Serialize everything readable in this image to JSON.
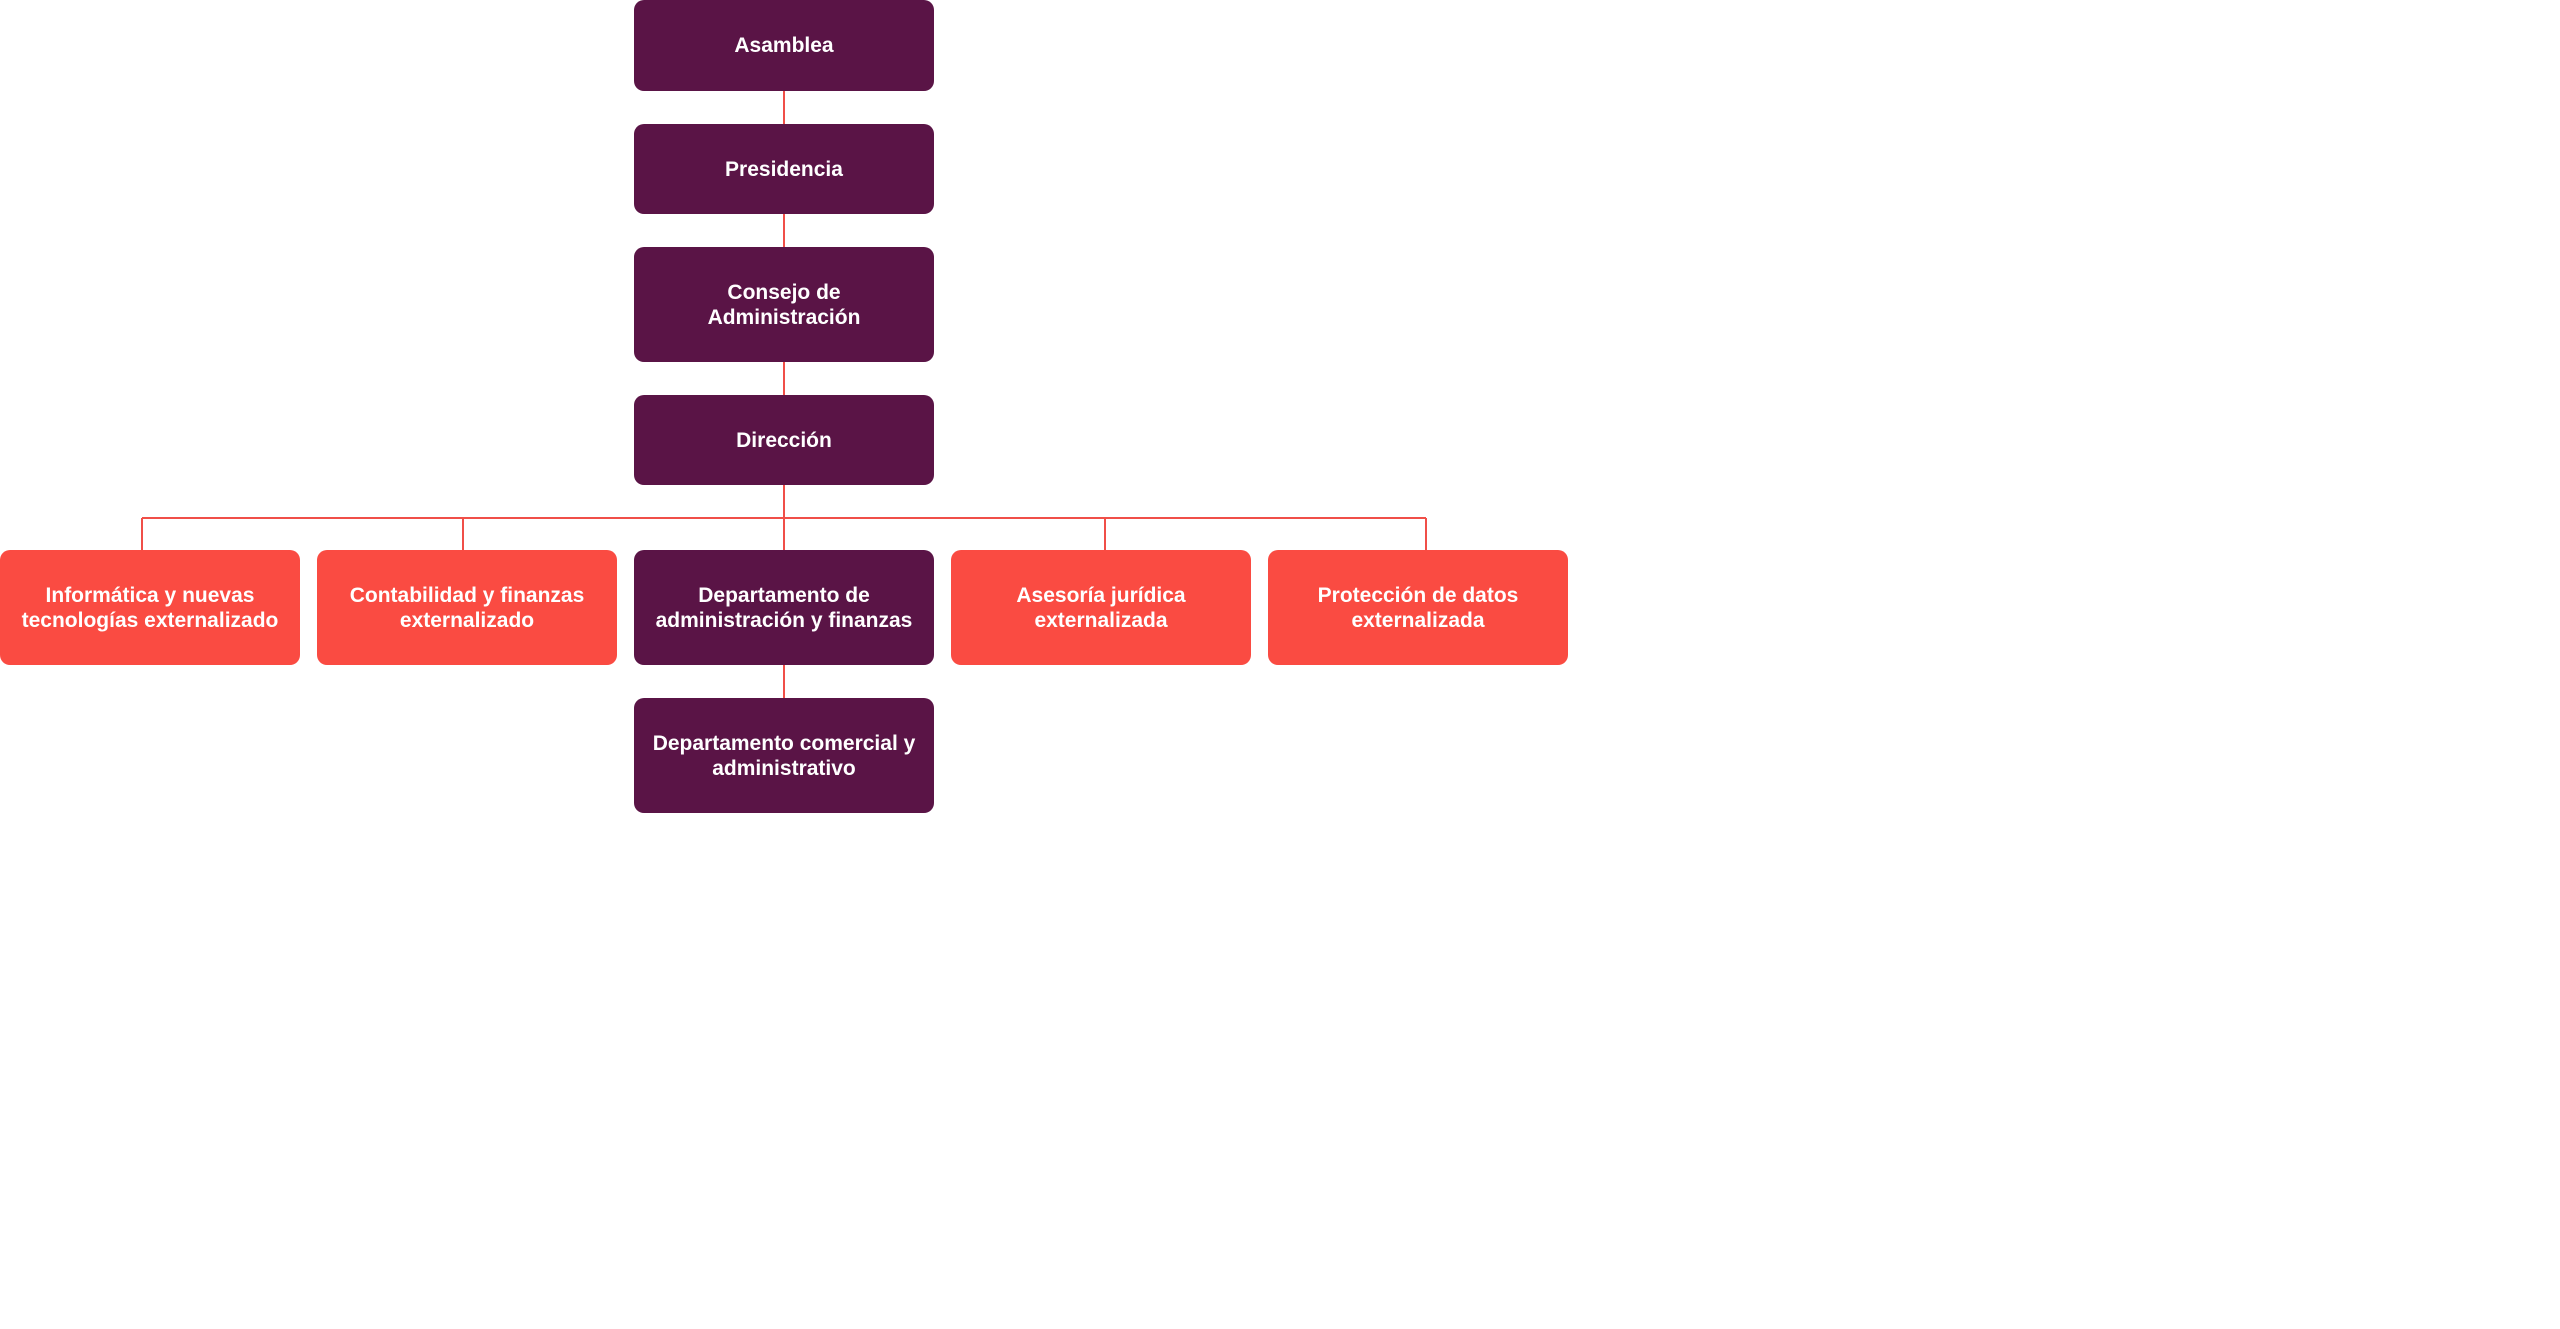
{
  "colors": {
    "primary": "#5a1446",
    "accent": "#fa4b42",
    "connector": "#f04f48",
    "text": "#ffffff"
  },
  "nodes": {
    "asamblea": {
      "label": "Asamblea"
    },
    "presidencia": {
      "label": "Presidencia"
    },
    "consejo": {
      "label": "Consejo de Administración"
    },
    "direccion": {
      "label": "Dirección"
    },
    "informatica": {
      "label": "Informática y nuevas tecnologías externalizado"
    },
    "contabilidad": {
      "label": "Contabilidad y finanzas externalizado"
    },
    "departamento_admin": {
      "label": "Departamento de administración y finanzas"
    },
    "asesoria": {
      "label": "Asesoría jurídica externalizada"
    },
    "proteccion": {
      "label": "Protección de datos externalizada"
    },
    "departamento_comercial": {
      "label": "Departamento comercial y administrativo"
    }
  }
}
